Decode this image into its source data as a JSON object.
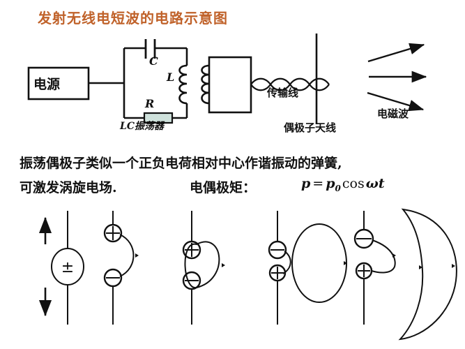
{
  "page": {
    "title": "发射无线电短波的电路示意图",
    "title_color": "#C0622A",
    "background_color": "#ffffff",
    "ink_color": "#111111"
  },
  "circuit": {
    "power_source": {
      "label": "电源",
      "name": "power-source"
    },
    "capacitor": {
      "label": "C",
      "name": "capacitor"
    },
    "inductor": {
      "label": "L",
      "name": "inductor"
    },
    "resistor": {
      "label": "R",
      "name": "resistor",
      "fill_color": "#CFE2DC"
    },
    "oscillator_caption": "LC振荡器",
    "transmission_line_label": "传输线",
    "antenna_label": "偶极子天线",
    "em_wave_label": "电磁波",
    "wave_arrow_count": 3
  },
  "description": {
    "line1": "振荡偶极子类似一个正负电荷相对中心作谐振动的弹簧,",
    "line2": "可激发涡旋电场.",
    "dipole_moment_label": "电偶极矩：",
    "formula": {
      "lhs": "p",
      "equals": "=",
      "amplitude": "p",
      "amplitude_sub": "0",
      "function": "cos",
      "omega": "ω",
      "time": "t",
      "plain": "p = p0 cos ωt"
    }
  },
  "field_panels": [
    {
      "name": "panel-oscillating-dipole",
      "index": 1,
      "top_charge": "±",
      "bottom_charge": "",
      "caption": "",
      "has_up_arrow": true,
      "has_down_arrow": true,
      "loops": 0
    },
    {
      "name": "panel-field-emerging",
      "index": 2,
      "top_charge": "+",
      "bottom_charge": "−",
      "caption": "",
      "has_up_arrow": false,
      "has_down_arrow": false,
      "loops": 0
    },
    {
      "name": "panel-field-closed-loop",
      "index": 3,
      "top_charge": "+",
      "bottom_charge": "−",
      "caption": "",
      "has_up_arrow": false,
      "has_down_arrow": false,
      "loops": 1
    },
    {
      "name": "panel-field-detached",
      "index": 4,
      "top_charge": "−",
      "bottom_charge": "+",
      "caption": "",
      "has_up_arrow": false,
      "has_down_arrow": false,
      "loops": 1
    },
    {
      "name": "panel-field-radiating",
      "index": 5,
      "top_charge": "−",
      "bottom_charge": "+",
      "caption": "",
      "has_up_arrow": false,
      "has_down_arrow": false,
      "loops": 1
    }
  ]
}
